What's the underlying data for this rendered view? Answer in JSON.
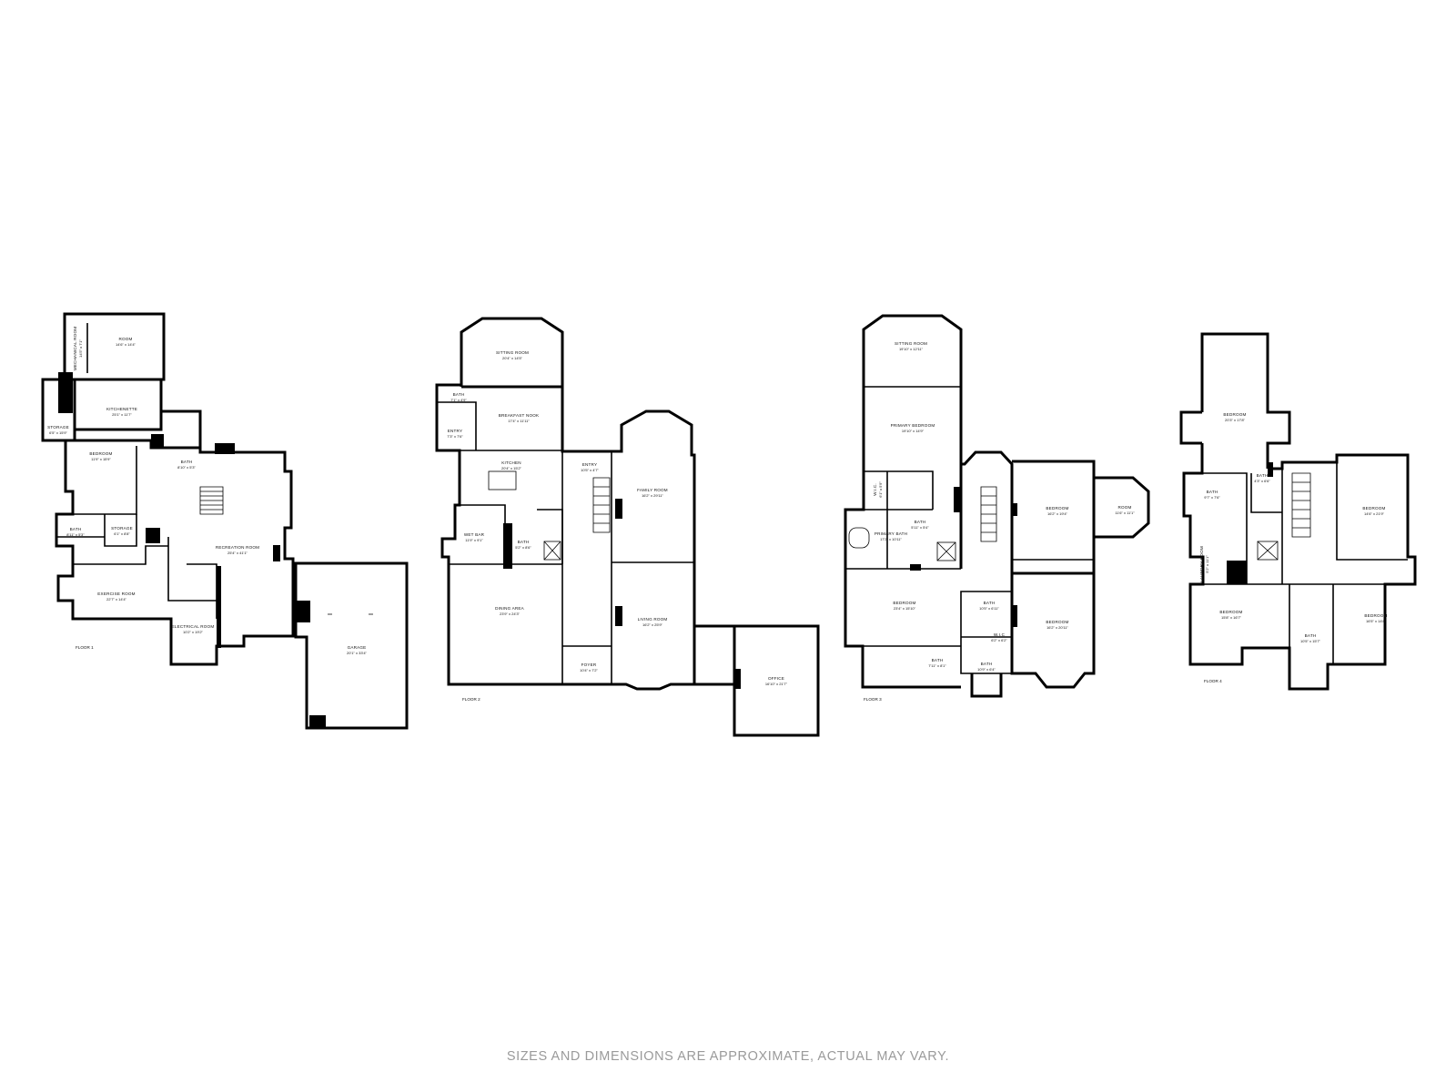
{
  "floors": [
    {
      "label": "FLOOR 1",
      "rooms": [
        {
          "name": "ROOM",
          "dims": "14'6\" x 14'4\""
        },
        {
          "name": "MECHANICAL ROOM",
          "dims": "14'5\" x 7'1\""
        },
        {
          "name": "KITCHENETTE",
          "dims": "25'1\" x 11'7\""
        },
        {
          "name": "STORAGE",
          "dims": "6'5\" x 15'9\""
        },
        {
          "name": "BEDROOM",
          "dims": "11'9\" x 15'9\""
        },
        {
          "name": "BATH",
          "dims": "8'10\" x 5'3\""
        },
        {
          "name": "BATH",
          "dims": "8'11\" x 5'3\""
        },
        {
          "name": "STORAGE",
          "dims": "6'1\" x 8'8\""
        },
        {
          "name": "RECREATION ROOM",
          "dims": "25'4\" x 41'1\""
        },
        {
          "name": "EXERCISE ROOM",
          "dims": "22'7\" x 14'4\""
        },
        {
          "name": "ELECTRICAL ROOM",
          "dims": "10'2\" x 19'2\""
        },
        {
          "name": "GARAGE",
          "dims": "20'1\" x 33'4\""
        }
      ]
    },
    {
      "label": "FLOOR 2",
      "rooms": [
        {
          "name": "SITTING ROOM",
          "dims": "20'4\" x 14'5\""
        },
        {
          "name": "BATH",
          "dims": "7'1\" x 4'9\""
        },
        {
          "name": "BREAKFAST NOOK",
          "dims": "17'4\" x 11'11\""
        },
        {
          "name": "ENTRY",
          "dims": "7'3\" x 7'6\""
        },
        {
          "name": "KITCHEN",
          "dims": "20'4\" x 15'2\""
        },
        {
          "name": "ENTRY",
          "dims": "10'5\" x 4'7\""
        },
        {
          "name": "FAMILY ROOM",
          "dims": "16'2\" x 29'11\""
        },
        {
          "name": "WET BAR",
          "dims": "11'9\" x 9'1\""
        },
        {
          "name": "BATH",
          "dims": "5'2\" x 8'6\""
        },
        {
          "name": "DINING AREA",
          "dims": "23'9\" x 24'3\""
        },
        {
          "name": "LIVING ROOM",
          "dims": "16'2\" x 25'9\""
        },
        {
          "name": "FOYER",
          "dims": "10'4\" x 7'2\""
        },
        {
          "name": "OFFICE",
          "dims": "16'10\" x 21'7\""
        }
      ]
    },
    {
      "label": "FLOOR 3",
      "rooms": [
        {
          "name": "SITTING ROOM",
          "dims": "19'10\" x 12'11\""
        },
        {
          "name": "PRIMARY BEDROOM",
          "dims": "19'10\" x 14'9\""
        },
        {
          "name": "W.I.C.",
          "dims": "6'1\" x 5'9\""
        },
        {
          "name": "BATH",
          "dims": "5'11\" x 5'4\""
        },
        {
          "name": "PRIMARY BATH",
          "dims": "17'2\" x 10'11\""
        },
        {
          "name": "BEDROOM",
          "dims": "16'2\" x 19'4\""
        },
        {
          "name": "ROOM",
          "dims": "11'6\" x 11'1\""
        },
        {
          "name": "BEDROOM",
          "dims": "23'4\" x 15'10\""
        },
        {
          "name": "BATH",
          "dims": "10'5\" x 6'11\""
        },
        {
          "name": "W.I.C",
          "dims": "6'2\" x 6'2\""
        },
        {
          "name": "BEDROOM",
          "dims": "16'2\" x 20'11\""
        },
        {
          "name": "BATH",
          "dims": "7'11\" x 8'1\""
        },
        {
          "name": "BATH",
          "dims": "10'9\" x 6'4\""
        }
      ]
    },
    {
      "label": "FLOOR 4",
      "rooms": [
        {
          "name": "BEDROOM",
          "dims": "20'3\" x 17'8\""
        },
        {
          "name": "BATH",
          "dims": "9'7\" x 7'6\""
        },
        {
          "name": "BATH",
          "dims": "4'3\" x 6'6\""
        },
        {
          "name": "BEDROOM",
          "dims": "14'6\" x 21'9\""
        },
        {
          "name": "LAUNDRY ROOM",
          "dims": "5'2\" x 11'1\""
        },
        {
          "name": "BEDROOM",
          "dims": "15'8\" x 16'7\""
        },
        {
          "name": "BATH",
          "dims": "10'5\" x 15'7\""
        },
        {
          "name": "BEDROOM",
          "dims": "16'5\" x 14'8\""
        }
      ]
    }
  ],
  "disclaimer": "SIZES AND DIMENSIONS ARE APPROXIMATE, ACTUAL MAY VARY."
}
